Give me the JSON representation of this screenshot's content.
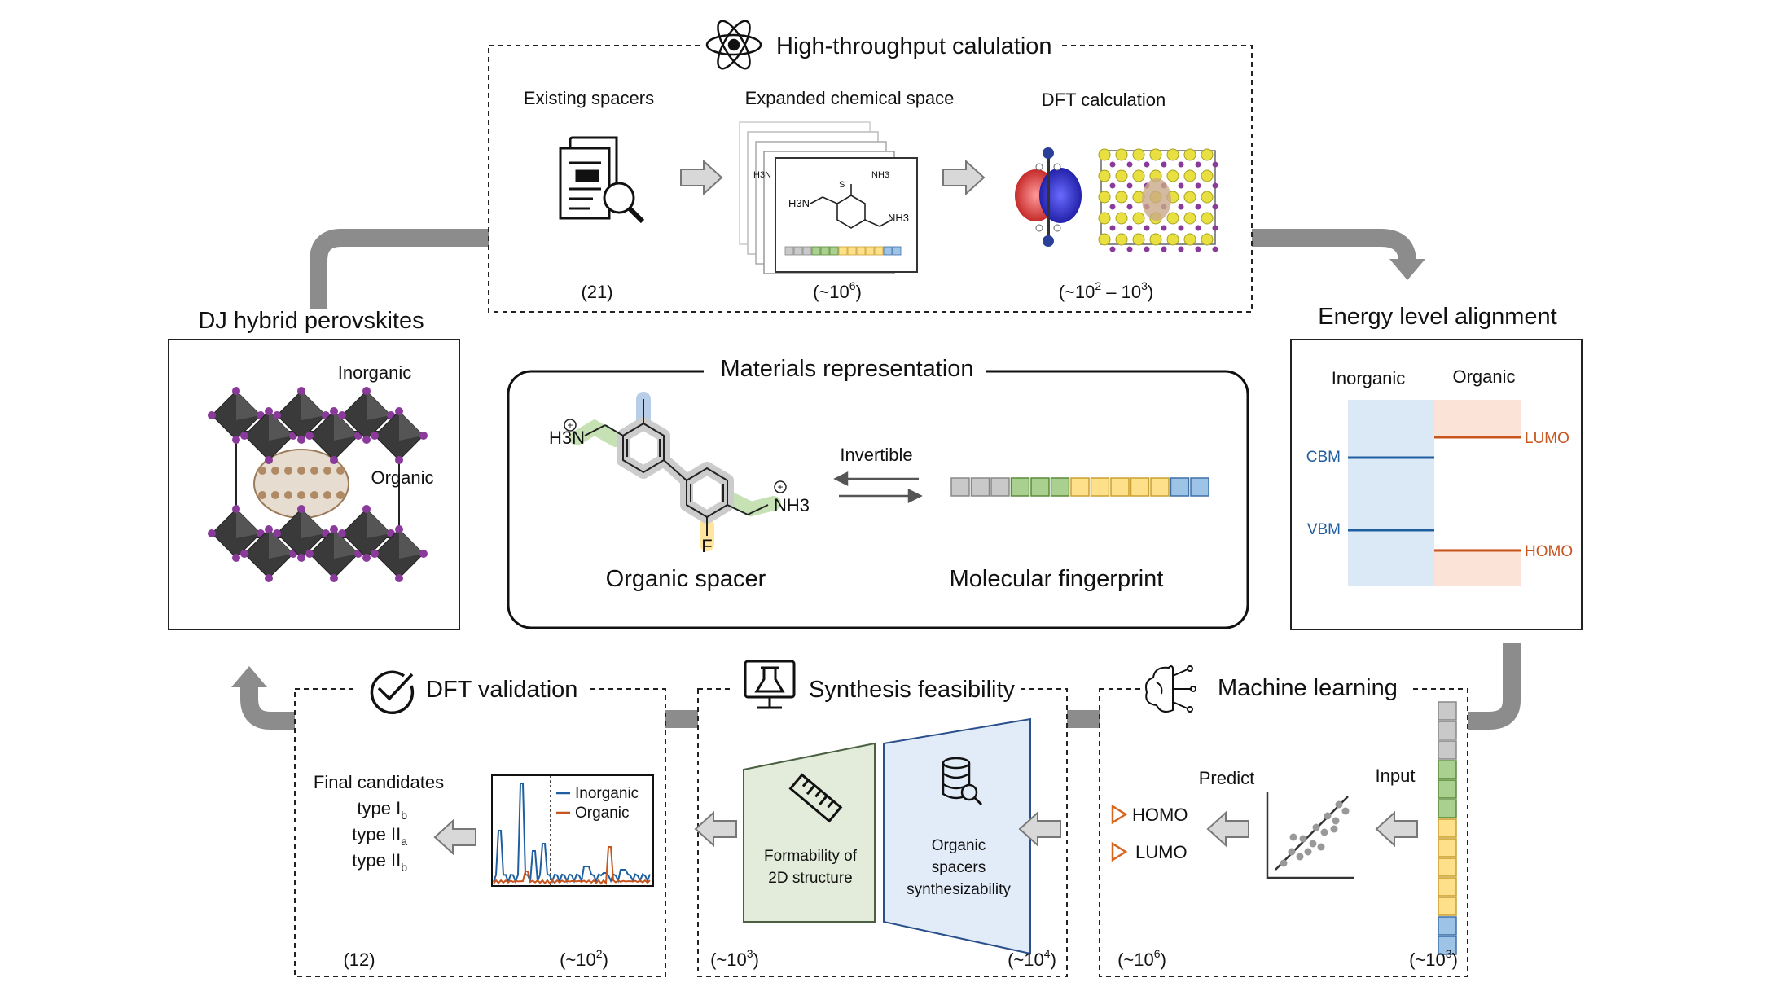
{
  "high_throughput": {
    "title": "High-throughput calulation",
    "existing_label": "Existing spacers",
    "expanded_label": "Expanded chemical space",
    "dft_label": "DFT calculation",
    "count_existing": "(21)",
    "count_expanded_base": "(~10",
    "count_expanded_exp": "6",
    "count_dft_a": "(~10",
    "count_dft_a_exp": "2",
    "count_dft_b": " – 10",
    "count_dft_b_exp": "3",
    "close_paren": ")",
    "card_labels": [
      "H3N",
      "NH3",
      "S",
      "NH3"
    ]
  },
  "dj": {
    "title": "DJ hybrid perovskites",
    "inorganic": "Inorganic",
    "organic": "Organic"
  },
  "energy": {
    "title": "Energy level alignment",
    "inorganic": "Inorganic",
    "organic": "Organic",
    "cbm": "CBM",
    "vbm": "VBM",
    "lumo": "LUMO",
    "homo": "HOMO",
    "blue": "#1f5fa0",
    "orange": "#c8541e"
  },
  "materials": {
    "title": "Materials representation",
    "left_amine": "H3N",
    "right_amine": "NH3",
    "fluorine": "F",
    "invertible": "Invertible",
    "spacer": "Organic spacer",
    "fingerprint": "Molecular fingerprint",
    "fp_colors": [
      "#c9c9c9",
      "#c9c9c9",
      "#c9c9c9",
      "#a9d08e",
      "#a9d08e",
      "#a9d08e",
      "#ffe08a",
      "#ffe08a",
      "#ffe08a",
      "#ffe08a",
      "#ffe08a",
      "#9dc3e6",
      "#9dc3e6"
    ]
  },
  "dft_validation": {
    "title": "DFT validation",
    "final": "Final candidates",
    "t1": "type I",
    "t1_sub": "b",
    "t2": "type II",
    "t2_sub": "a",
    "t3": "type II",
    "t3_sub": "b",
    "legend_inorganic": "Inorganic",
    "legend_organic": "Organic",
    "count_final": "(12)",
    "count_in_base": "(~10",
    "count_in_exp": "2",
    "close_paren": ")"
  },
  "synthesis": {
    "title": "Synthesis feasibility",
    "formability_1": "Formability of",
    "formability_2": "2D structure",
    "organic_1": "Organic",
    "organic_2": "spacers",
    "organic_3": "synthesizability",
    "count_out_base": "(~10",
    "count_out_exp": "3",
    "count_in_base": "(~10",
    "count_in_exp": "4",
    "close_paren": ")"
  },
  "ml": {
    "title": "Machine learning",
    "predict": "Predict",
    "input": "Input",
    "homo": "HOMO",
    "lumo": "LUMO",
    "count_out_base": "(~10",
    "count_out_exp": "6",
    "count_in_base": "(~10",
    "count_in_exp": "3",
    "close_paren": ")",
    "fp_colors": [
      "#c9c9c9",
      "#c9c9c9",
      "#c9c9c9",
      "#a9d08e",
      "#a9d08e",
      "#a9d08e",
      "#ffe08a",
      "#ffe08a",
      "#ffe08a",
      "#ffe08a",
      "#ffe08a",
      "#9dc3e6",
      "#9dc3e6"
    ]
  }
}
